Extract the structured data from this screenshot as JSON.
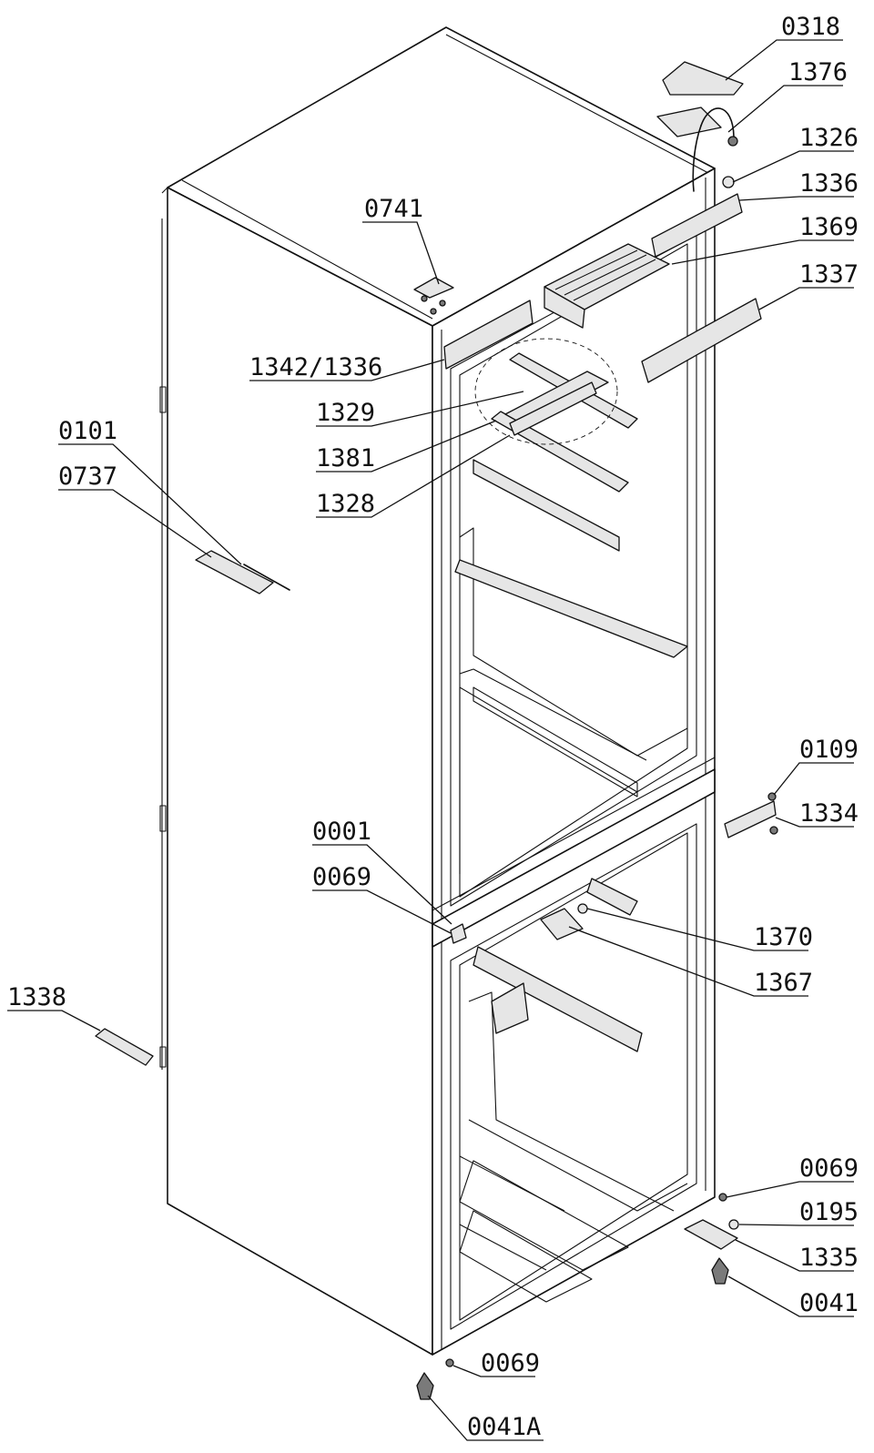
{
  "labels": [
    {
      "text": "0318"
    },
    {
      "text": "1376"
    },
    {
      "text": "1326"
    },
    {
      "text": "1336"
    },
    {
      "text": "0741"
    },
    {
      "text": "1369"
    },
    {
      "text": "1337"
    },
    {
      "text": "1342/1336"
    },
    {
      "text": "1329"
    },
    {
      "text": "1381"
    },
    {
      "text": "1328"
    },
    {
      "text": "0101"
    },
    {
      "text": "0737"
    },
    {
      "text": "0109"
    },
    {
      "text": "1334"
    },
    {
      "text": "0001"
    },
    {
      "text": "0069"
    },
    {
      "text": "1370"
    },
    {
      "text": "1367"
    },
    {
      "text": "1338"
    },
    {
      "text": "0069"
    },
    {
      "text": "0195"
    },
    {
      "text": "1335"
    },
    {
      "text": "0041"
    },
    {
      "text": "0069"
    },
    {
      "text": "0041A"
    }
  ]
}
